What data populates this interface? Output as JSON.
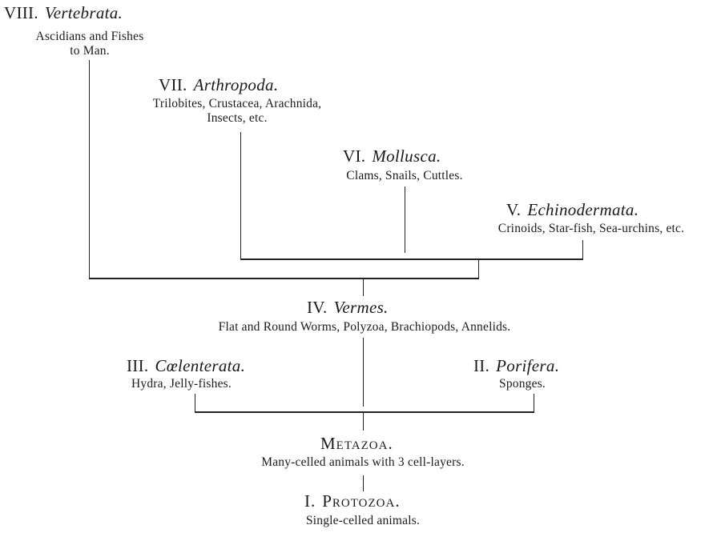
{
  "diagram": {
    "type": "phylogenetic tree",
    "nodes": {
      "vertebrata": {
        "numeral": "VIII.",
        "name": "Vertebrata.",
        "desc_line1": "Ascidians and Fishes",
        "desc_line2": "to Man."
      },
      "arthropoda": {
        "numeral": "VII.",
        "name": "Arthropoda.",
        "desc_line1": "Trilobites, Crustacea, Arachnida,",
        "desc_line2": "Insects, etc."
      },
      "mollusca": {
        "numeral": "VI.",
        "name": "Mollusca.",
        "desc": "Clams, Snails, Cuttles."
      },
      "echinodermata": {
        "numeral": "V.",
        "name": "Echinodermata.",
        "desc": "Crinoids, Star-fish, Sea-urchins, etc."
      },
      "vermes": {
        "numeral": "IV.",
        "name": "Vermes.",
        "desc": "Flat and Round Worms, Polyzoa, Brachiopods, Annelids."
      },
      "coelenterata": {
        "numeral": "III.",
        "name": "Cœlenterata.",
        "desc": "Hydra, Jelly-fishes."
      },
      "porifera": {
        "numeral": "II.",
        "name": "Porifera.",
        "desc": "Sponges."
      },
      "metazoa": {
        "name": "Metazoa.",
        "desc": "Many-celled animals with 3 cell-layers."
      },
      "protozoa": {
        "numeral": "I.",
        "name": "Protozoa.",
        "desc": "Single-celled animals."
      }
    },
    "edges": [
      [
        "protozoa",
        "metazoa"
      ],
      [
        "metazoa",
        "coelenterata"
      ],
      [
        "metazoa",
        "porifera"
      ],
      [
        "metazoa",
        "vermes"
      ],
      [
        "vermes",
        "vertebrata"
      ],
      [
        "vermes",
        "arthropoda"
      ],
      [
        "vermes",
        "mollusca"
      ],
      [
        "vermes",
        "echinodermata"
      ]
    ]
  }
}
